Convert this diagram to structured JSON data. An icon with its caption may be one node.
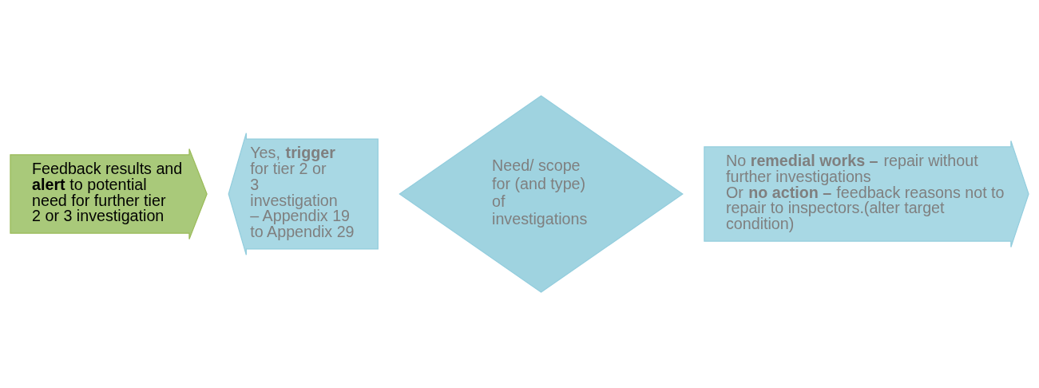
{
  "diagram": {
    "nodes": [
      {
        "text": [
          "Feedback results and **alert** to potential need for further tier 2 or 3 investigation"
        ]
      },
      {
        "text": [
          "Yes, **trigger** for tier 2 or 3 investigation – Appendix 19 to Appendix 29"
        ]
      },
      {
        "text": [
          "Need/ scope for (and type) of investigations"
        ]
      },
      {
        "text": [
          "No **remedial works –** repair without further investigations",
          "Or **no action –** feedback reasons not to repair to inspectors.(alter target condition)"
        ]
      }
    ]
  }
}
